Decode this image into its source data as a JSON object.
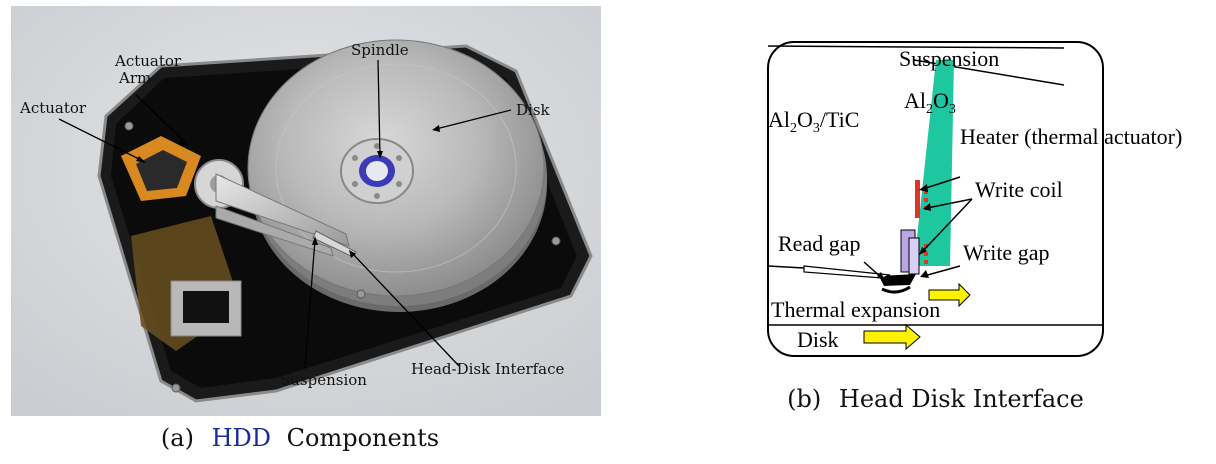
{
  "figure": {
    "panel_a": {
      "caption_tag": "(a)",
      "caption_link": "HDD",
      "caption_rest": "Components",
      "labels": {
        "actuator_arm_line1": "Actuator",
        "actuator_arm_line2": "Arm",
        "actuator": "Actuator",
        "spindle": "Spindle",
        "disk": "Disk",
        "suspension": "Suspension",
        "head_disk_interface": "Head-Disk Interface"
      }
    },
    "panel_b": {
      "caption_tag": "(b)",
      "caption_text": "Head Disk Interface",
      "labels": {
        "suspension": "Suspension",
        "alumina_tic_a": "Al",
        "alumina_tic_sub1": "2",
        "alumina_tic_b": "O",
        "alumina_tic_sub2": "3",
        "alumina_tic_c": "/TiC",
        "alumina_a": "Al",
        "alumina_sub1": "2",
        "alumina_b": "O",
        "alumina_sub2": "3",
        "heater": "Heater (thermal actuator)",
        "write_coil": "Write coil",
        "read_gap": "Read gap",
        "write_gap": "Write gap",
        "thermal_expansion": "Thermal expansion",
        "disk": "Disk"
      }
    }
  },
  "colors": {
    "slider_green": "#1fc7a0",
    "heater_red": "#e0342a",
    "arrow_yellow": "#fff200",
    "link_blue": "#1b2a9a"
  }
}
